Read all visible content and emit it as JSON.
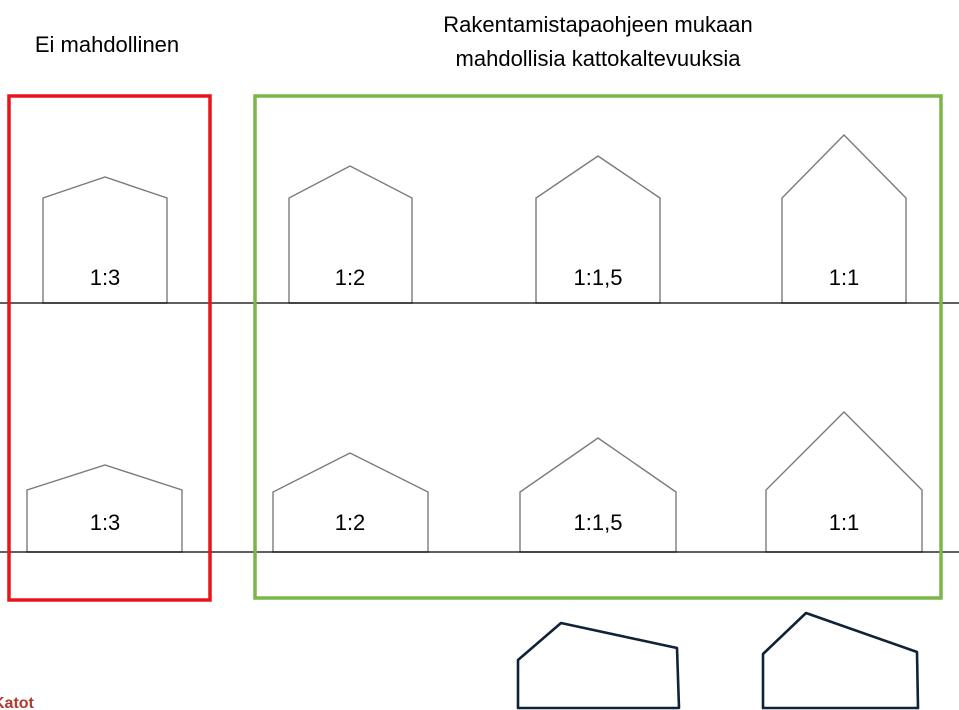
{
  "headers": {
    "not_possible": "Ei mahdollinen",
    "allowed_line1": "Rakentamistapaohjeen mukaan",
    "allowed_line2": "mahdollisia kattokaltevuuksia"
  },
  "colors": {
    "not_possible_frame": "#e8131b",
    "allowed_frame": "#7ab648",
    "house_outline": "#7a7a7a",
    "dark_outline": "#102236",
    "footer_text": "#b13a2c"
  },
  "rows": [
    {
      "houses": [
        {
          "ratio": "1:3"
        },
        {
          "ratio": "1:2"
        },
        {
          "ratio": "1:1,5"
        },
        {
          "ratio": "1:1"
        }
      ]
    },
    {
      "houses": [
        {
          "ratio": "1:3"
        },
        {
          "ratio": "1:2"
        },
        {
          "ratio": "1:1,5"
        },
        {
          "ratio": "1:1"
        }
      ]
    }
  ],
  "footer": {
    "text": "Katot"
  }
}
